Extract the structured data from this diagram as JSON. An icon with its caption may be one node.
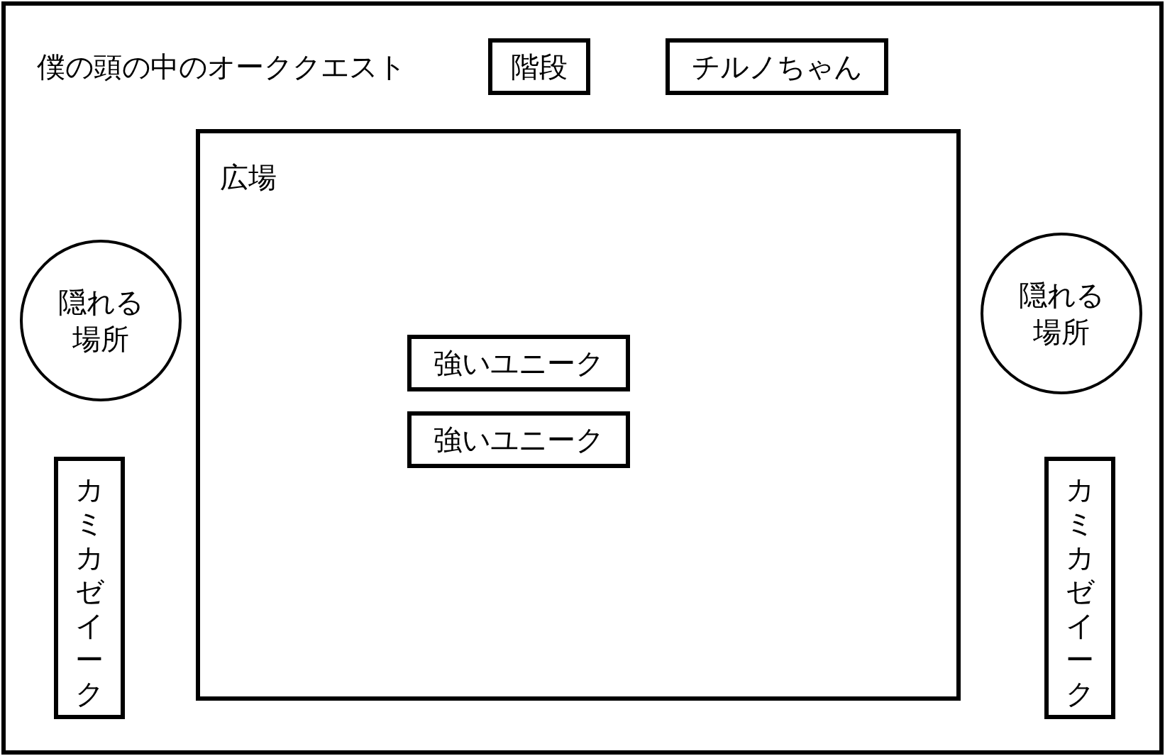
{
  "diagram": {
    "title": "僕の頭の中のオーククエスト",
    "nodes": [
      {
        "text": [
          "階段"
        ]
      },
      {
        "text": [
          "チルノちゃん"
        ]
      },
      {
        "text": [
          "隠れる場所"
        ]
      },
      {
        "text": [
          "広場"
        ]
      },
      {
        "text": [
          "強いユニーク"
        ],
        "in": 3
      },
      {
        "text": [
          "強いユニーク"
        ],
        "in": 3
      },
      {
        "text": [
          "隠れる場所"
        ]
      },
      {
        "text": [
          "カミカゼイーク"
        ]
      },
      {
        "text": [
          "カミカゼイーク"
        ]
      }
    ],
    "edges": []
  }
}
